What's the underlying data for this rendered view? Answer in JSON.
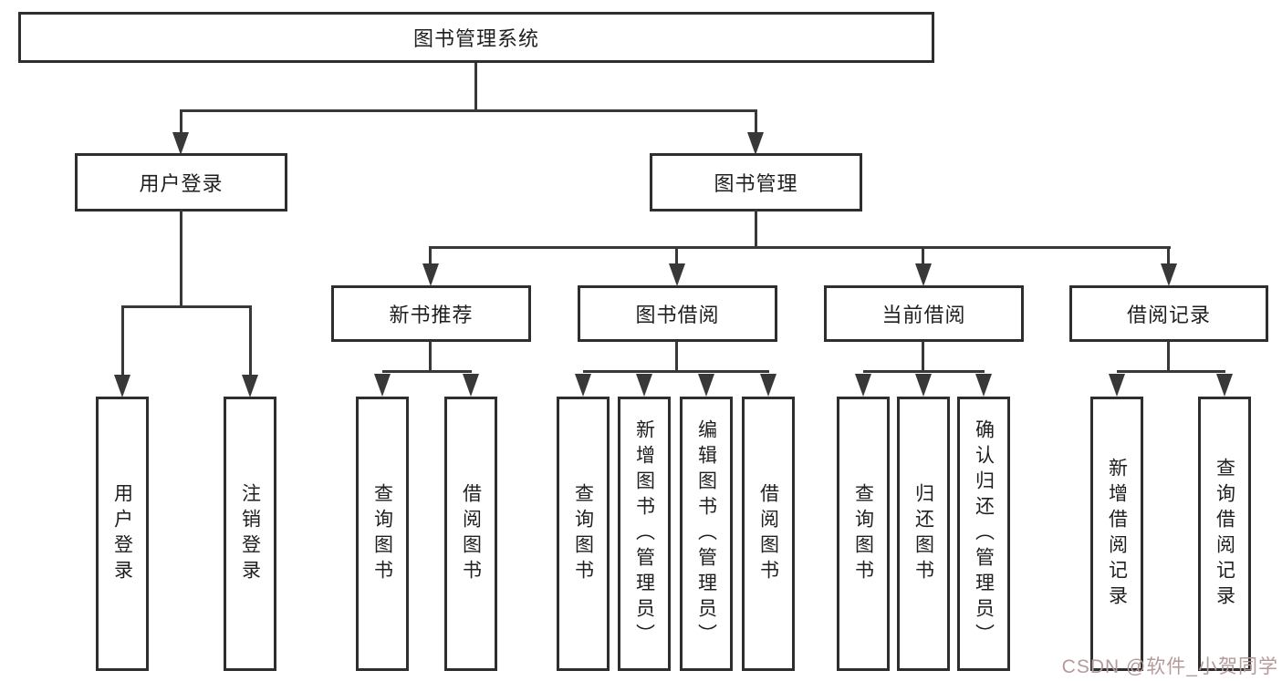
{
  "diagram": {
    "root": "图书管理系统",
    "nodes": {
      "user_login": "用户登录",
      "book_mgmt": "图书管理",
      "new_books": "新书推荐",
      "book_borrow": "图书借阅",
      "current_borrow": "当前借阅",
      "borrow_records": "借阅记录"
    },
    "leaves": {
      "ul1": "用户登录",
      "ul2": "注销登录",
      "nb1": "查询图书",
      "nb2": "借阅图书",
      "bb1": "查询图书",
      "bb2": "新增图书（管理员）",
      "bb3": "编辑图书（管理员）",
      "bb4": "借阅图书",
      "cb1": "查询图书",
      "cb2": "归还图书",
      "cb3": "确认归还（管理员）",
      "br1": "新增借阅记录",
      "br2": "查询借阅记录"
    },
    "watermark": "CSDN @软件_小贺同学",
    "colors": {
      "line": "#383838",
      "box_border": "#2e2e2e",
      "background": "#ffffff",
      "watermark": "#b59a9a"
    }
  }
}
